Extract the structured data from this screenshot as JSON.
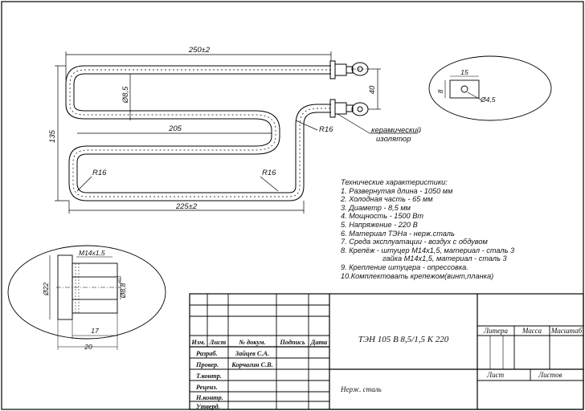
{
  "dimensions": {
    "total_length": "250±2",
    "height": "135",
    "bend_top": "Ø8,5",
    "inner_length": "205",
    "lower_length": "225±2",
    "radius_a": "R16",
    "radius_b": "R16",
    "radius_c": "R16",
    "terminal_offset": "40"
  },
  "insulator_label": "керамический\nизолятор",
  "plate_detail": {
    "width": "15",
    "height": "8",
    "hole": "Ø4,5"
  },
  "fitting_detail": {
    "thread": "M14x1,5",
    "outer_dia": "Ø22",
    "inner_dia": "Ø8,8",
    "inner_tol": "+0,1",
    "len_a": "17",
    "len_b": "20"
  },
  "specs": {
    "title": "Технические характеристики:",
    "items": [
      "1. Развернутая длина - 1050 мм",
      "2. Холодная часть - 65 мм",
      "3. Диаметр - 8,5 мм",
      "4. Мощность - 1500 Вт",
      "5. Напряжение - 220 В",
      "6. Материал ТЭНа - нерж.сталь",
      "7. Среда эксплуатации - воздух с обдувом",
      "8. Крепёж - штуцер М14х1,5, материал - сталь 3",
      "гайка М14х1,5, материал - сталь 3",
      "9. Крепление штуцера - опрессовка.",
      "10.Комплектовать крепежом(винт,планка)"
    ]
  },
  "title_block": {
    "designation": "ТЭН 105 В 8,5/1,5 К 220",
    "material": "Нерж. сталь",
    "col_izm": "Изм.",
    "col_list": "Лист",
    "col_doc": "№ докум.",
    "col_sign": "Подпись",
    "col_date": "Дата",
    "row_razrab": "Разраб.",
    "row_prover": "Провер.",
    "row_tkontr": "Т.контр.",
    "row_recenz": "Реценз.",
    "row_nkontr": "Н.контр.",
    "row_utverd": "Утверд.",
    "razrab_name": "Зайцев С.А.",
    "prover_name": "Корчагин С.В.",
    "litera": "Литера",
    "massa": "Масса",
    "masshtab": "Масштаб",
    "list": "Лист",
    "listov": "Листов"
  }
}
